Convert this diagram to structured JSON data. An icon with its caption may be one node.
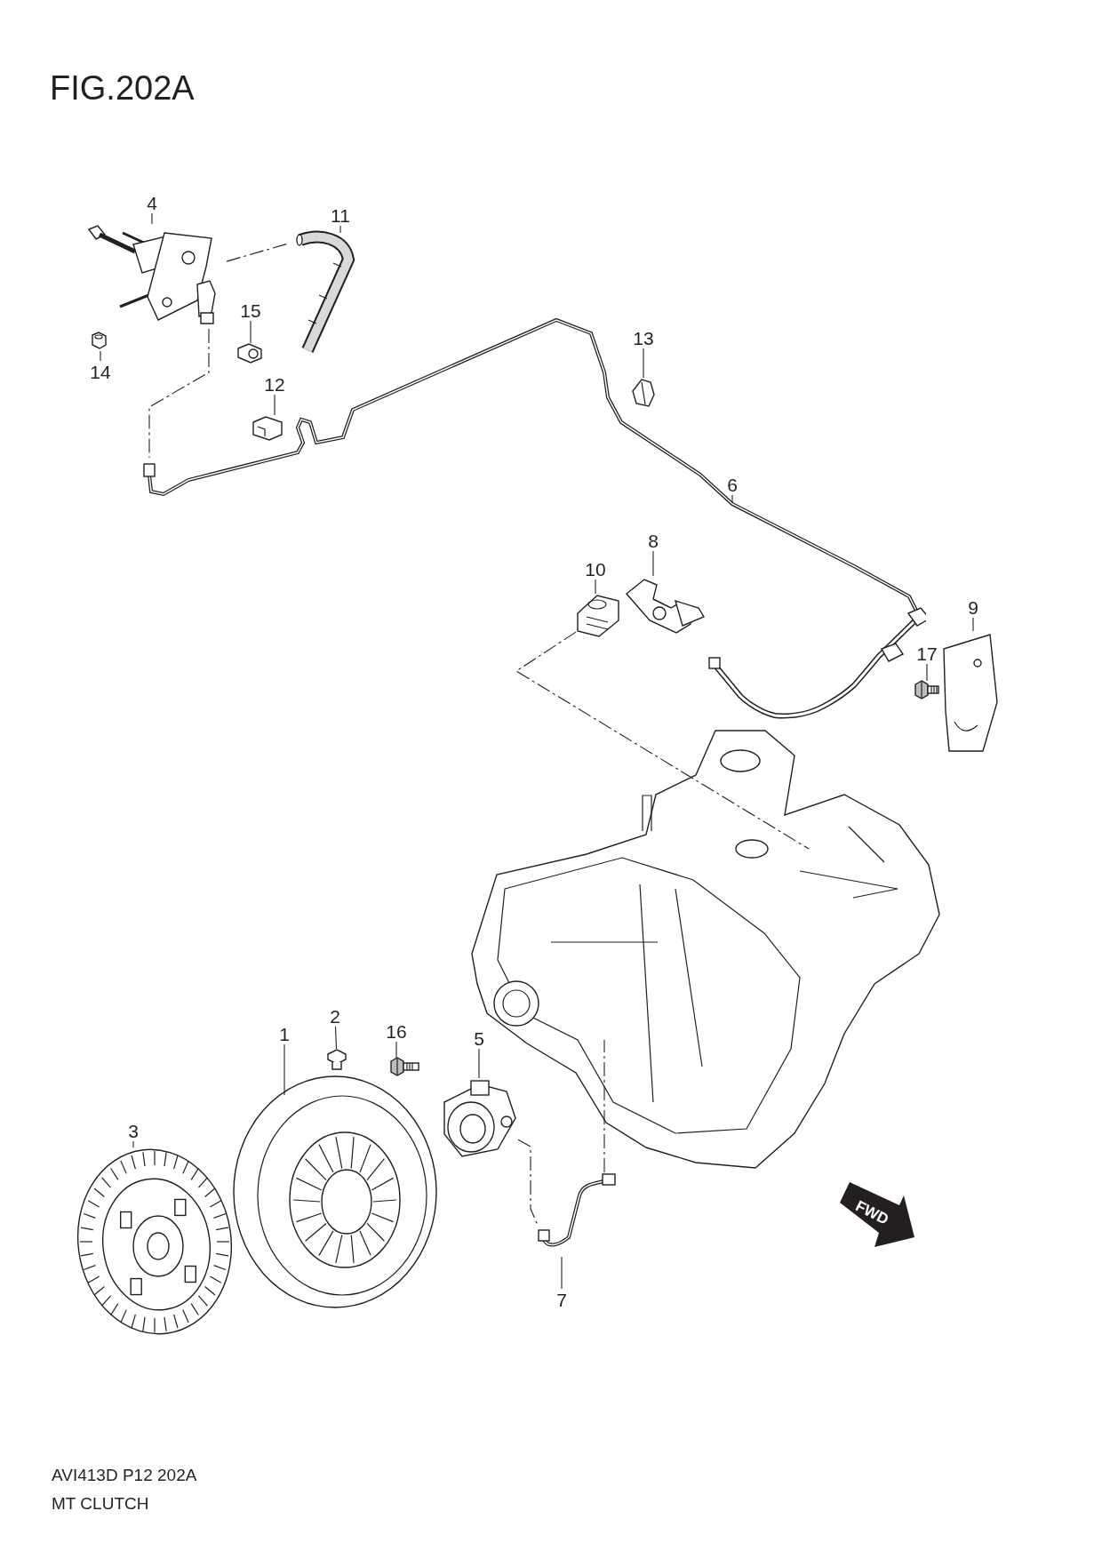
{
  "diagram": {
    "title": "FIG.202A",
    "nodes": [
      {
        "text": [
          "4"
        ]
      },
      {
        "text": [],
        "shape": "picture"
      },
      {
        "text": [
          "11"
        ]
      },
      {
        "text": [],
        "shape": "picture"
      },
      {
        "text": [
          "14"
        ]
      },
      {
        "text": [],
        "shape": "picture"
      },
      {
        "text": [
          "15"
        ]
      },
      {
        "text": [],
        "shape": "picture"
      },
      {
        "text": [
          "13"
        ]
      },
      {
        "text": [],
        "shape": "picture"
      },
      {
        "text": [
          "12"
        ]
      },
      {
        "text": [],
        "shape": "picture"
      },
      {
        "text": [
          "6"
        ]
      },
      {
        "text": [
          "8"
        ]
      },
      {
        "text": [],
        "shape": "picture"
      },
      {
        "text": [
          "10"
        ]
      },
      {
        "text": [],
        "shape": "picture"
      },
      {
        "text": [
          "9"
        ]
      },
      {
        "text": [],
        "shape": "picture"
      },
      {
        "text": [
          "17"
        ]
      },
      {
        "text": [],
        "shape": "picture"
      },
      {
        "text": [],
        "shape": "picture"
      },
      {
        "text": [
          "2"
        ]
      },
      {
        "text": [],
        "shape": "picture"
      },
      {
        "text": [
          "1"
        ]
      },
      {
        "text": [],
        "shape": "picture"
      },
      {
        "text": [
          "5"
        ]
      },
      {
        "text": [],
        "shape": "picture"
      },
      {
        "text": [
          "16"
        ]
      },
      {
        "text": [],
        "shape": "picture"
      },
      {
        "text": [
          "3"
        ]
      },
      {
        "text": [],
        "shape": "picture"
      },
      {
        "text": [
          "7"
        ]
      },
      {
        "text": [],
        "shape": "picture"
      }
    ],
    "edges": [
      {
        "from": 0,
        "to": 1,
        "arrow": "none"
      },
      {
        "from": 2,
        "to": 3,
        "arrow": "none"
      },
      {
        "from": 4,
        "to": 5,
        "arrow": "none"
      },
      {
        "from": 6,
        "to": 7,
        "arrow": "none"
      },
      {
        "from": 8,
        "to": 9,
        "arrow": "none"
      },
      {
        "from": 10,
        "to": 11,
        "arrow": "none"
      },
      {
        "from": 12,
        "to": null,
        "arrow": "none"
      },
      {
        "from": 13,
        "to": 14,
        "arrow": "none"
      },
      {
        "from": 15,
        "to": 16,
        "arrow": "none"
      },
      {
        "from": 17,
        "to": 18,
        "arrow": "none"
      },
      {
        "from": 19,
        "to": 20,
        "arrow": "none"
      },
      {
        "from": 22,
        "to": 23,
        "arrow": "none"
      },
      {
        "from": 24,
        "to": 25,
        "arrow": "none"
      },
      {
        "from": 26,
        "to": 27,
        "arrow": "none"
      },
      {
        "from": 28,
        "to": 29,
        "arrow": "none"
      },
      {
        "from": 30,
        "to": 31,
        "arrow": "none"
      },
      {
        "from": 32,
        "to": 33,
        "arrow": "none"
      },
      {
        "from": 1,
        "to": 3,
        "arrow": "none",
        "style": "dashed"
      },
      {
        "from": 1,
        "to": null,
        "arrow": "none",
        "style": "dashed"
      },
      {
        "from": 16,
        "to": 21,
        "arrow": "none",
        "style": "dashed"
      },
      {
        "from": 27,
        "to": 33,
        "arrow": "none",
        "style": "dashed"
      },
      {
        "from": 33,
        "to": 21,
        "arrow": "none",
        "style": "dashed"
      }
    ],
    "labels": [
      "FWD",
      "AVI413D P12 202A",
      "MT CLUTCH"
    ]
  }
}
